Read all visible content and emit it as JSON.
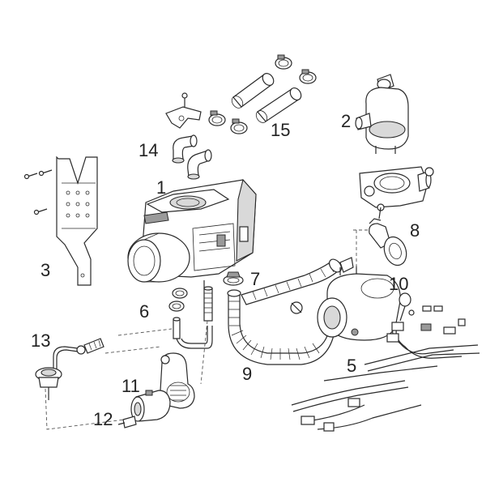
{
  "callouts": {
    "p1": "1",
    "p2": "2",
    "p3": "3",
    "p5": "5",
    "p6": "6",
    "p7": "7",
    "p8": "8",
    "p9": "9",
    "p10": "10",
    "p11": "11",
    "p12": "12",
    "p13": "13",
    "p14": "14",
    "p15": "15"
  }
}
